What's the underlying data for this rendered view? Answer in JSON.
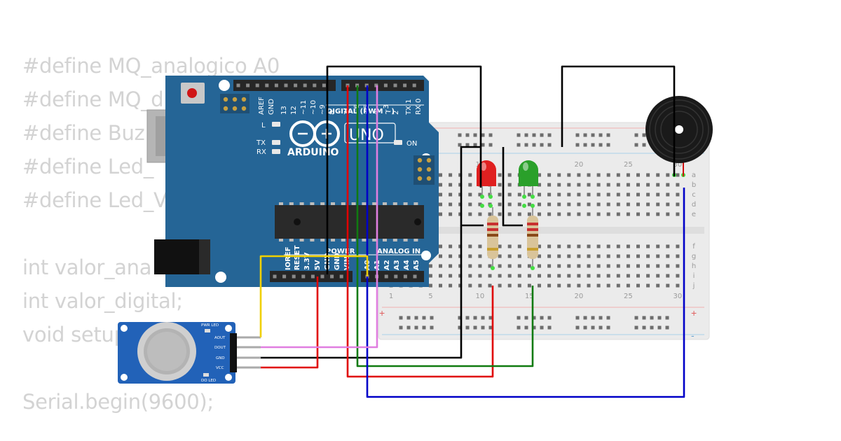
{
  "code_lines": [
    "#define MQ_analogico A0",
    "#define MQ_d",
    "#define Buz",
    "#define Led_",
    "#define Led_V",
    "",
    "int valor_ana",
    "int valor_digital;",
    "void setup",
    "",
    "Serial.begin(9600);"
  ],
  "arduino": {
    "brand": "ARDUINO",
    "model": "UNO",
    "label_digital": "DIGITAL (PWM ~)",
    "label_power": "POWER",
    "label_analog": "ANALOG IN",
    "label_on": "ON",
    "label_l": "L",
    "label_tx": "TX",
    "label_rx": "RX",
    "top_header_labels": [
      "AREF",
      "GND",
      "13",
      "12",
      "~11",
      "~10",
      "~9",
      "8",
      "7",
      "~6",
      "~5",
      "4",
      "~3",
      "2",
      "TX 1",
      "RX 0"
    ],
    "bottom_header_labels": [
      "IOREF",
      "RESET",
      "3.3V",
      "5V",
      "GND",
      "GND",
      "VIN",
      "A0",
      "A1",
      "A2",
      "A3",
      "A4",
      "A5"
    ]
  },
  "breadboard": {
    "column_numbers": [
      "1",
      "5",
      "10",
      "15",
      "20",
      "25",
      "30"
    ],
    "row_letters_top": [
      "a",
      "b",
      "c",
      "d",
      "e"
    ],
    "row_letters_bottom": [
      "f",
      "g",
      "h",
      "i",
      "j"
    ],
    "rail_plus": "+",
    "rail_minus": "-"
  },
  "sensor": {
    "pins": [
      "AOUT",
      "DOUT",
      "GND",
      "VCC"
    ],
    "pwr_led_label": "PWR LED",
    "do_led_label": "DO LED"
  },
  "components": {
    "led_red_color": "#e02020",
    "led_green_color": "#2aa02a",
    "buzzer_color": "#1a1a1a"
  },
  "wire_colors": {
    "black": "#000000",
    "red": "#e00000",
    "green": "#107a10",
    "blue": "#0000c8",
    "pink": "#e07ee0",
    "yellow": "#f0d000"
  }
}
